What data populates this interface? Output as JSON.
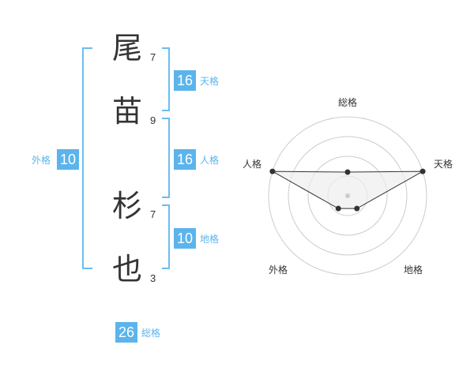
{
  "name": {
    "chars": [
      {
        "char": "尾",
        "strokes": "7"
      },
      {
        "char": "苗",
        "strokes": "9"
      },
      {
        "char": "杉",
        "strokes": "7"
      },
      {
        "char": "也",
        "strokes": "3"
      }
    ]
  },
  "kaku": {
    "tenkaku": {
      "value": "16",
      "label": "天格"
    },
    "jinkaku": {
      "value": "16",
      "label": "人格"
    },
    "chikaku": {
      "value": "10",
      "label": "地格"
    },
    "gaikaku": {
      "value": "10",
      "label": "外格"
    },
    "soukaku": {
      "value": "26",
      "label": "総格"
    }
  },
  "radar": {
    "axes": [
      "総格",
      "天格",
      "地格",
      "外格",
      "人格"
    ],
    "levels": 4,
    "values": [
      0.3,
      1.0,
      0.2,
      0.2,
      1.0
    ],
    "colors": {
      "ring": "#cccccc",
      "fill": "#eeeeee",
      "line": "#333333",
      "dot": "#333333",
      "center": "#cccccc"
    }
  },
  "colors": {
    "accent": "#5bb4ec",
    "bracket": "#6bbcf0",
    "text": "#333333"
  }
}
